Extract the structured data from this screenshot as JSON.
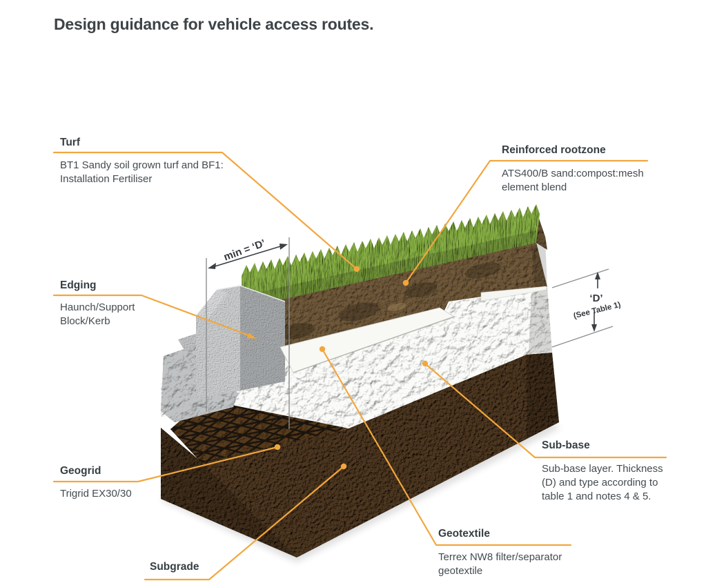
{
  "title": "Design guidance for vehicle access routes.",
  "labels": {
    "turf": {
      "name": "Turf",
      "desc": "BT1 Sandy soil grown turf and BF1: Installation Fertiliser"
    },
    "rootzone": {
      "name": "Reinforced rootzone",
      "desc": "ATS400/B sand:compost:mesh element blend"
    },
    "edging": {
      "name": "Edging",
      "desc": "Haunch/Support Block/Kerb"
    },
    "geogrid": {
      "name": "Geogrid",
      "desc": "Trigrid EX30/30"
    },
    "subgrade": {
      "name": "Subgrade"
    },
    "geotextile": {
      "name": "Geotextile",
      "desc": "Terrex NW8 filter/separator geotextile"
    },
    "sub_base": {
      "name": "Sub-base",
      "desc": "Sub-base layer. Thickness (D) and type according to table 1 and notes 4 & 5."
    }
  },
  "annotations": {
    "min_d": "min = ‘D’",
    "d_label": "‘D’",
    "d_note": "(See Table 1)"
  },
  "colors": {
    "leader_orange": "#F2A73E",
    "text_dark": "#3E464B",
    "grass_green": "#7CA23E",
    "rootzone_brown": "#6A5437",
    "subbase_white": "#ECECEA",
    "subgrade_brown": "#4A351F",
    "concrete_grey": "#C6C8C9"
  }
}
